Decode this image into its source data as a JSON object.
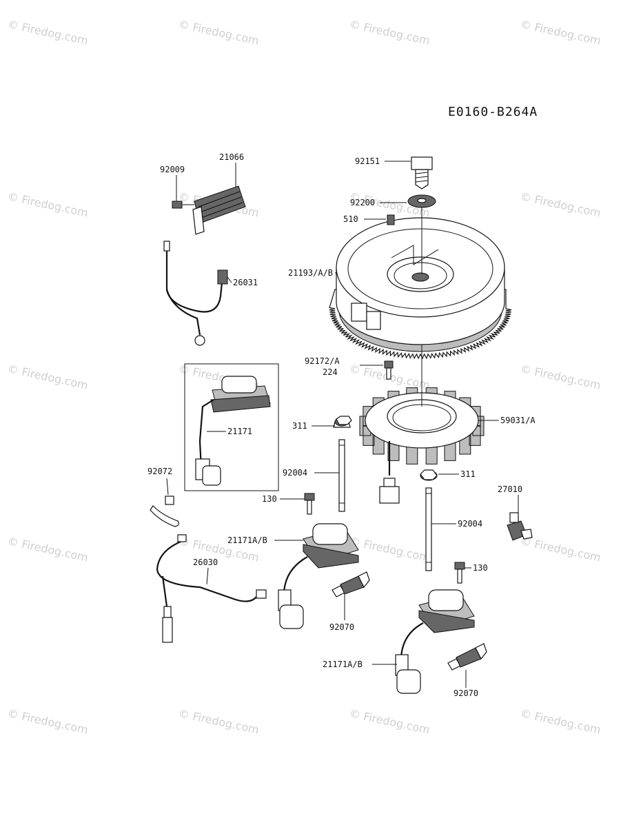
{
  "diagram": {
    "code": "E0160-B264A",
    "watermark": "© Firedog.com",
    "callouts": [
      {
        "id": "21066",
        "label": "21066"
      },
      {
        "id": "92009",
        "label": "92009"
      },
      {
        "id": "26031",
        "label": "26031"
      },
      {
        "id": "92151",
        "label": "92151"
      },
      {
        "id": "92200",
        "label": "92200"
      },
      {
        "id": "510",
        "label": "510"
      },
      {
        "id": "21193",
        "label": "21193/A/B"
      },
      {
        "id": "92172",
        "label": "92172/A"
      },
      {
        "id": "224",
        "label": "224"
      },
      {
        "id": "59031",
        "label": "59031/A"
      },
      {
        "id": "311a",
        "label": "311"
      },
      {
        "id": "311b",
        "label": "311"
      },
      {
        "id": "21171",
        "label": "21171"
      },
      {
        "id": "92072",
        "label": "92072"
      },
      {
        "id": "92004a",
        "label": "92004"
      },
      {
        "id": "92004b",
        "label": "92004"
      },
      {
        "id": "130a",
        "label": "130"
      },
      {
        "id": "130b",
        "label": "130"
      },
      {
        "id": "27010",
        "label": "27010"
      },
      {
        "id": "21171ab1",
        "label": "21171A/B"
      },
      {
        "id": "21171ab2",
        "label": "21171A/B"
      },
      {
        "id": "26030",
        "label": "26030"
      },
      {
        "id": "92070a",
        "label": "92070"
      },
      {
        "id": "92070b",
        "label": "92070"
      }
    ]
  }
}
